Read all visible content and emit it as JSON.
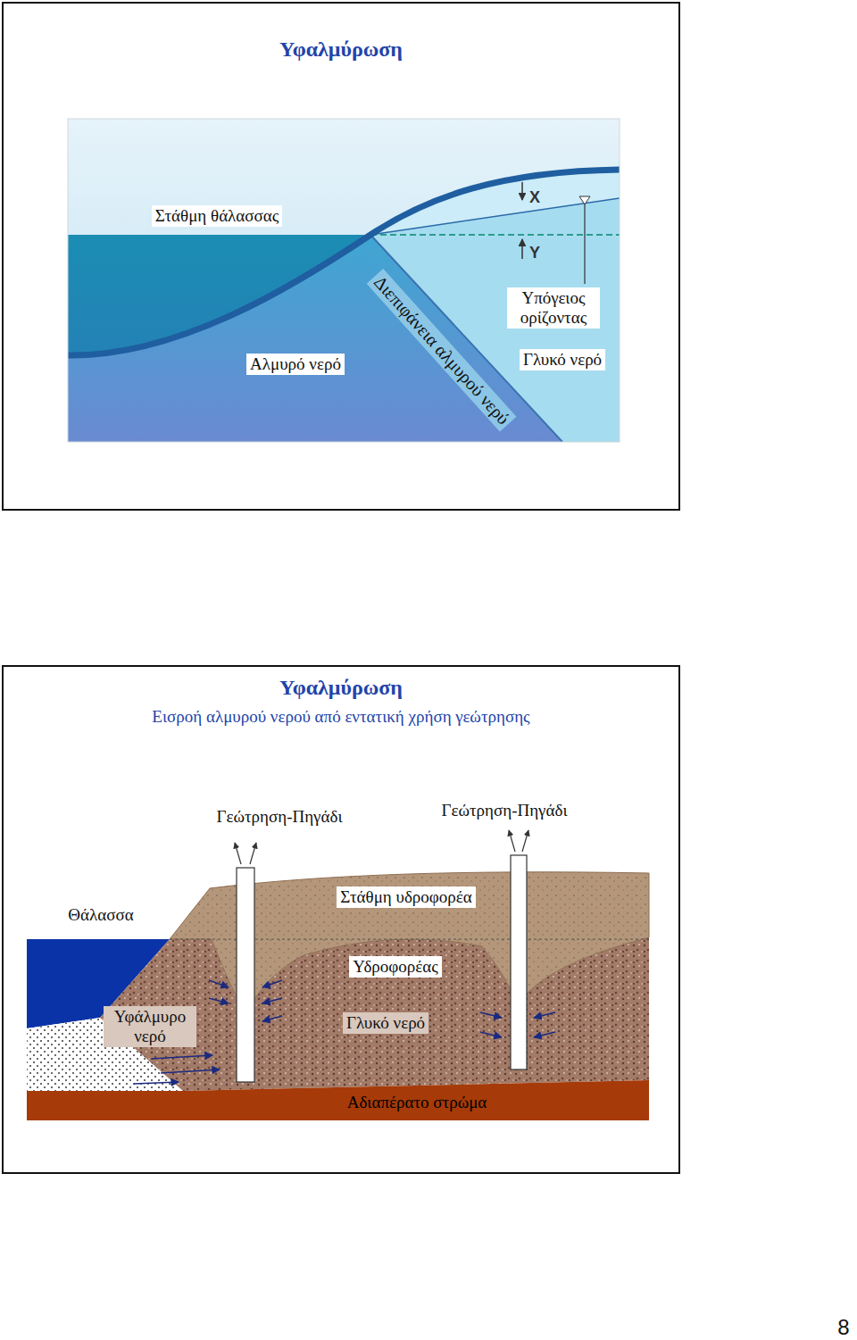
{
  "diagram": {
    "nodes": [
      {
        "text": [
          "Υφαλμύρωση"
        ]
      },
      {
        "text": [
          "Υφαλμύρωση",
          "Εισροή αλμυρού νερού από εντατική χρήση γεώτρησης"
        ]
      }
    ],
    "labels": [
      "Στάθμη θάλασσας",
      "Αλμυρό νερό",
      "Διεπιφάνεια αλμυρού νερύ",
      "X",
      "Y",
      "Υπόγειος ορίζοντας",
      "Γλυκό νερό",
      "Γεώτρηση-Πηγάδι",
      "Γεώτρηση-Πηγάδι",
      "Θάλασσα",
      "Στάθμη υδροφορέα",
      "Υδροφορέας",
      "Υφάλμυρο νερό",
      "Γλυκό νερό",
      "Αδιαπέρατο στρώμα",
      "8"
    ]
  }
}
